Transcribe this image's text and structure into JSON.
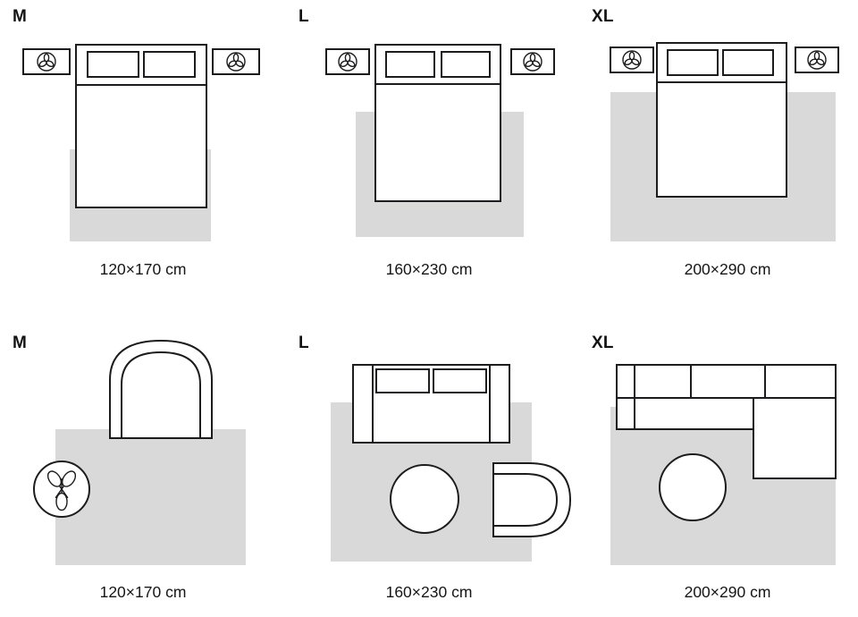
{
  "colors": {
    "background": "#ffffff",
    "rug": "#d9d9d9",
    "outline": "#1c1c1e",
    "text": "#161616"
  },
  "legend": {
    "icons": [
      "plant-icon",
      "bed",
      "nightstand",
      "rug",
      "armchair",
      "sofa",
      "sectional-sofa",
      "coffee-table"
    ]
  },
  "rows": [
    {
      "scene": "bedroom",
      "panels": [
        {
          "size_label": "M",
          "dimensions": "120×170 cm"
        },
        {
          "size_label": "L",
          "dimensions": "160×230 cm"
        },
        {
          "size_label": "XL",
          "dimensions": "200×290 cm"
        }
      ]
    },
    {
      "scene": "living-room",
      "panels": [
        {
          "size_label": "M",
          "dimensions": "120×170 cm"
        },
        {
          "size_label": "L",
          "dimensions": "160×230 cm"
        },
        {
          "size_label": "XL",
          "dimensions": "200×290 cm"
        }
      ]
    }
  ]
}
